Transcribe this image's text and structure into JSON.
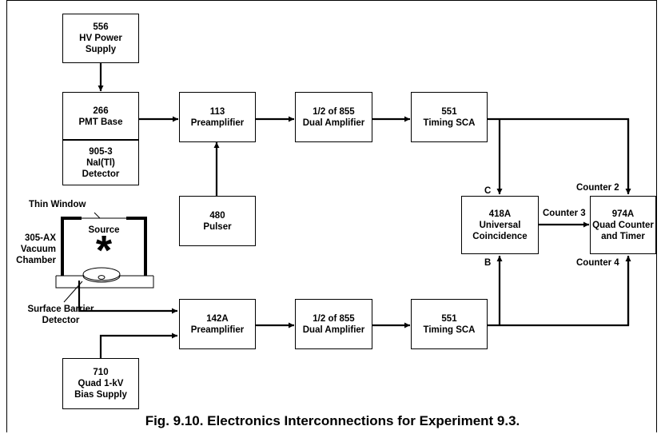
{
  "boxes": {
    "hv_supply": [
      "556",
      "HV Power",
      "Supply"
    ],
    "pmt_base": [
      "266",
      "PMT Base"
    ],
    "nai_detector": [
      "905-3",
      "NaI(Tl)",
      "Detector"
    ],
    "preamp_113": [
      "113",
      "Preamplifier"
    ],
    "dual_amp_top": [
      "1/2 of 855",
      "Dual Amplifier"
    ],
    "sca_top": [
      "551",
      "Timing SCA"
    ],
    "pulser": [
      "480",
      "Pulser"
    ],
    "coincidence": [
      "418A",
      "Universal",
      "Coincidence"
    ],
    "counter_timer": [
      "974A",
      "Quad Counter",
      "and Timer"
    ],
    "preamp_142a": [
      "142A",
      "Preamplifier"
    ],
    "dual_amp_bottom": [
      "1/2 of 855",
      "Dual Amplifier"
    ],
    "sca_bottom": [
      "551",
      "Timing SCA"
    ],
    "bias_supply": [
      "710",
      "Quad 1-kV",
      "Bias Supply"
    ]
  },
  "labels": {
    "thin_window": "Thin Window",
    "source": "Source",
    "source_symbol": "*",
    "chamber": [
      "305-AX",
      "Vacuum",
      "Chamber"
    ],
    "surface_barrier": [
      "Surface Barrier",
      "Detector"
    ],
    "input_c": "C",
    "input_b": "B",
    "counter_2": "Counter 2",
    "counter_3": "Counter 3",
    "counter_4": "Counter 4"
  },
  "caption": "Fig. 9.10. Electronics Interconnections for Experiment 9.3."
}
